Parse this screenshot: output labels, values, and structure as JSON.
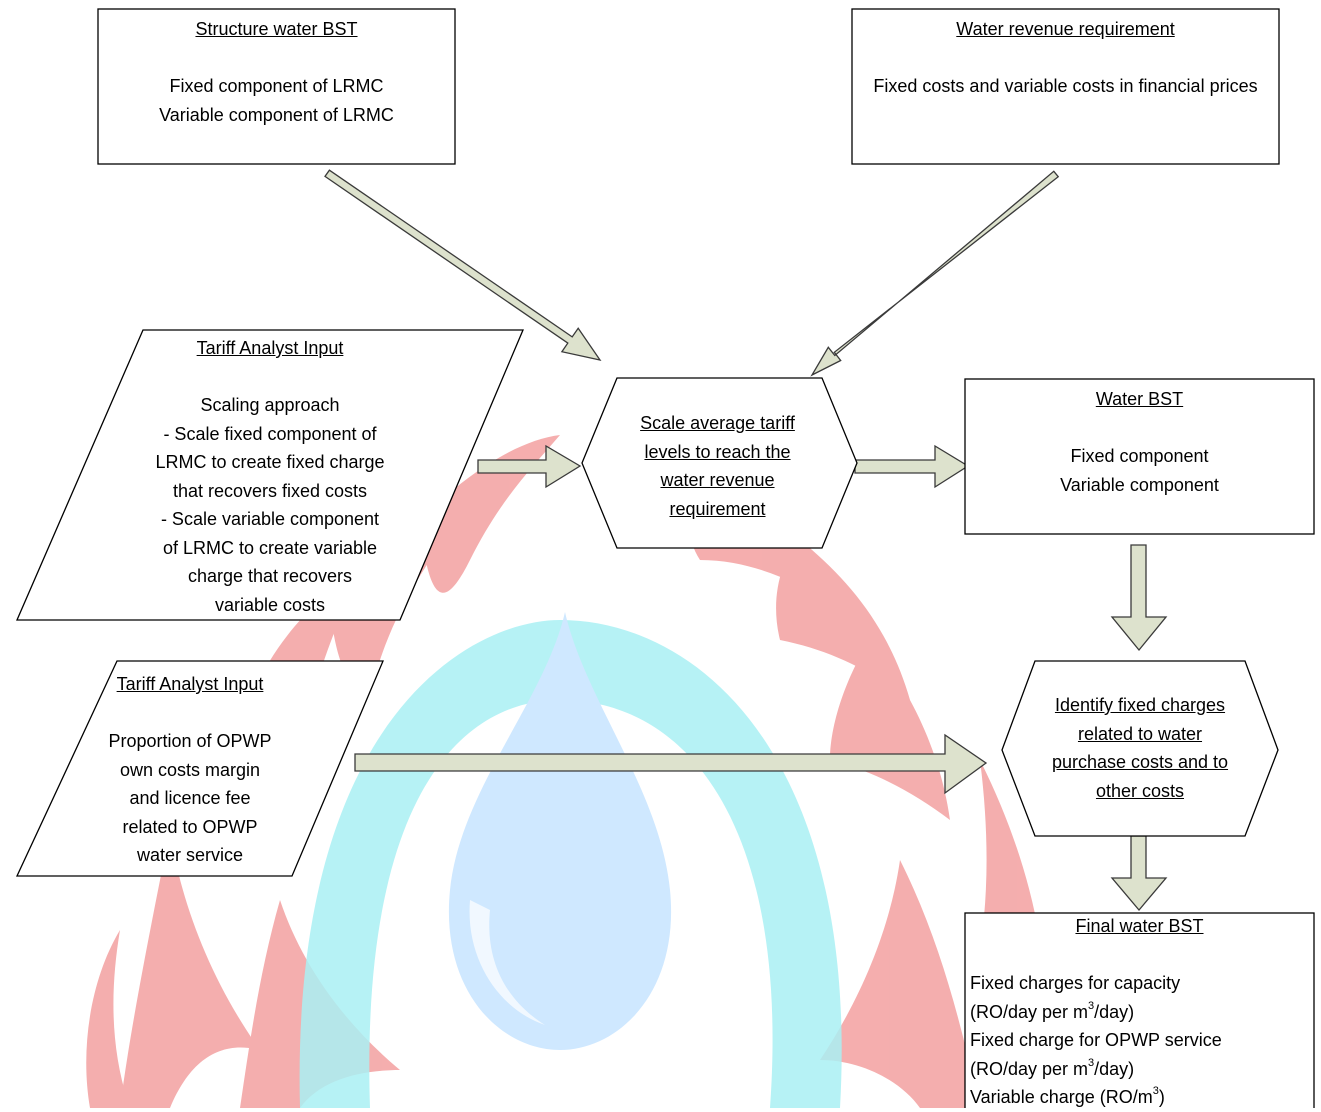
{
  "watermark": {
    "drop_color": "#cfe8ff",
    "ring_color": "#a9f0f3",
    "flame_color": "#f3a0a0"
  },
  "colors": {
    "arrow_fill": "#dde2cd",
    "arrow_stroke": "#3a3a3a",
    "box_stroke": "#000000"
  },
  "boxes": {
    "structure_bst": {
      "title": "Structure water BST",
      "lines": [
        "Fixed component of LRMC",
        "Variable component of LRMC"
      ]
    },
    "revenue_req": {
      "title": "Water revenue requirement",
      "lines": [
        "Fixed costs and variable costs in financial prices"
      ]
    },
    "analyst_input_1": {
      "title": "Tariff Analyst Input",
      "lines": [
        "Scaling approach",
        "- Scale fixed component of",
        "LRMC to create fixed charge",
        "that recovers fixed costs",
        "- Scale variable component",
        "of LRMC to create variable",
        "charge that recovers",
        "variable costs"
      ]
    },
    "scale_tariff": {
      "lines": [
        "Scale average tariff",
        "levels to reach the",
        "water revenue",
        "requirement"
      ]
    },
    "water_bst": {
      "title": "Water BST",
      "lines": [
        "Fixed component",
        "Variable component"
      ]
    },
    "analyst_input_2": {
      "title": "Tariff Analyst Input",
      "lines": [
        "Proportion of OPWP",
        "own costs margin",
        "and licence fee",
        "related to OPWP",
        "water service"
      ]
    },
    "identify_fixed": {
      "lines": [
        "Identify fixed charges",
        "related to water",
        "purchase costs and to",
        "other costs"
      ]
    },
    "final_bst": {
      "title": "Final water BST",
      "line1": "Fixed charges for capacity",
      "line2_pre": "(RO/day per m",
      "line2_sup": "3",
      "line2_post": "/day)",
      "line3": "Fixed charge for OPWP service",
      "line4_pre": "(RO/day per m",
      "line4_sup": "3",
      "line4_post": "/day)",
      "line5_pre": "Variable charge (RO/m",
      "line5_sup": "3",
      "line5_post": ")"
    }
  }
}
